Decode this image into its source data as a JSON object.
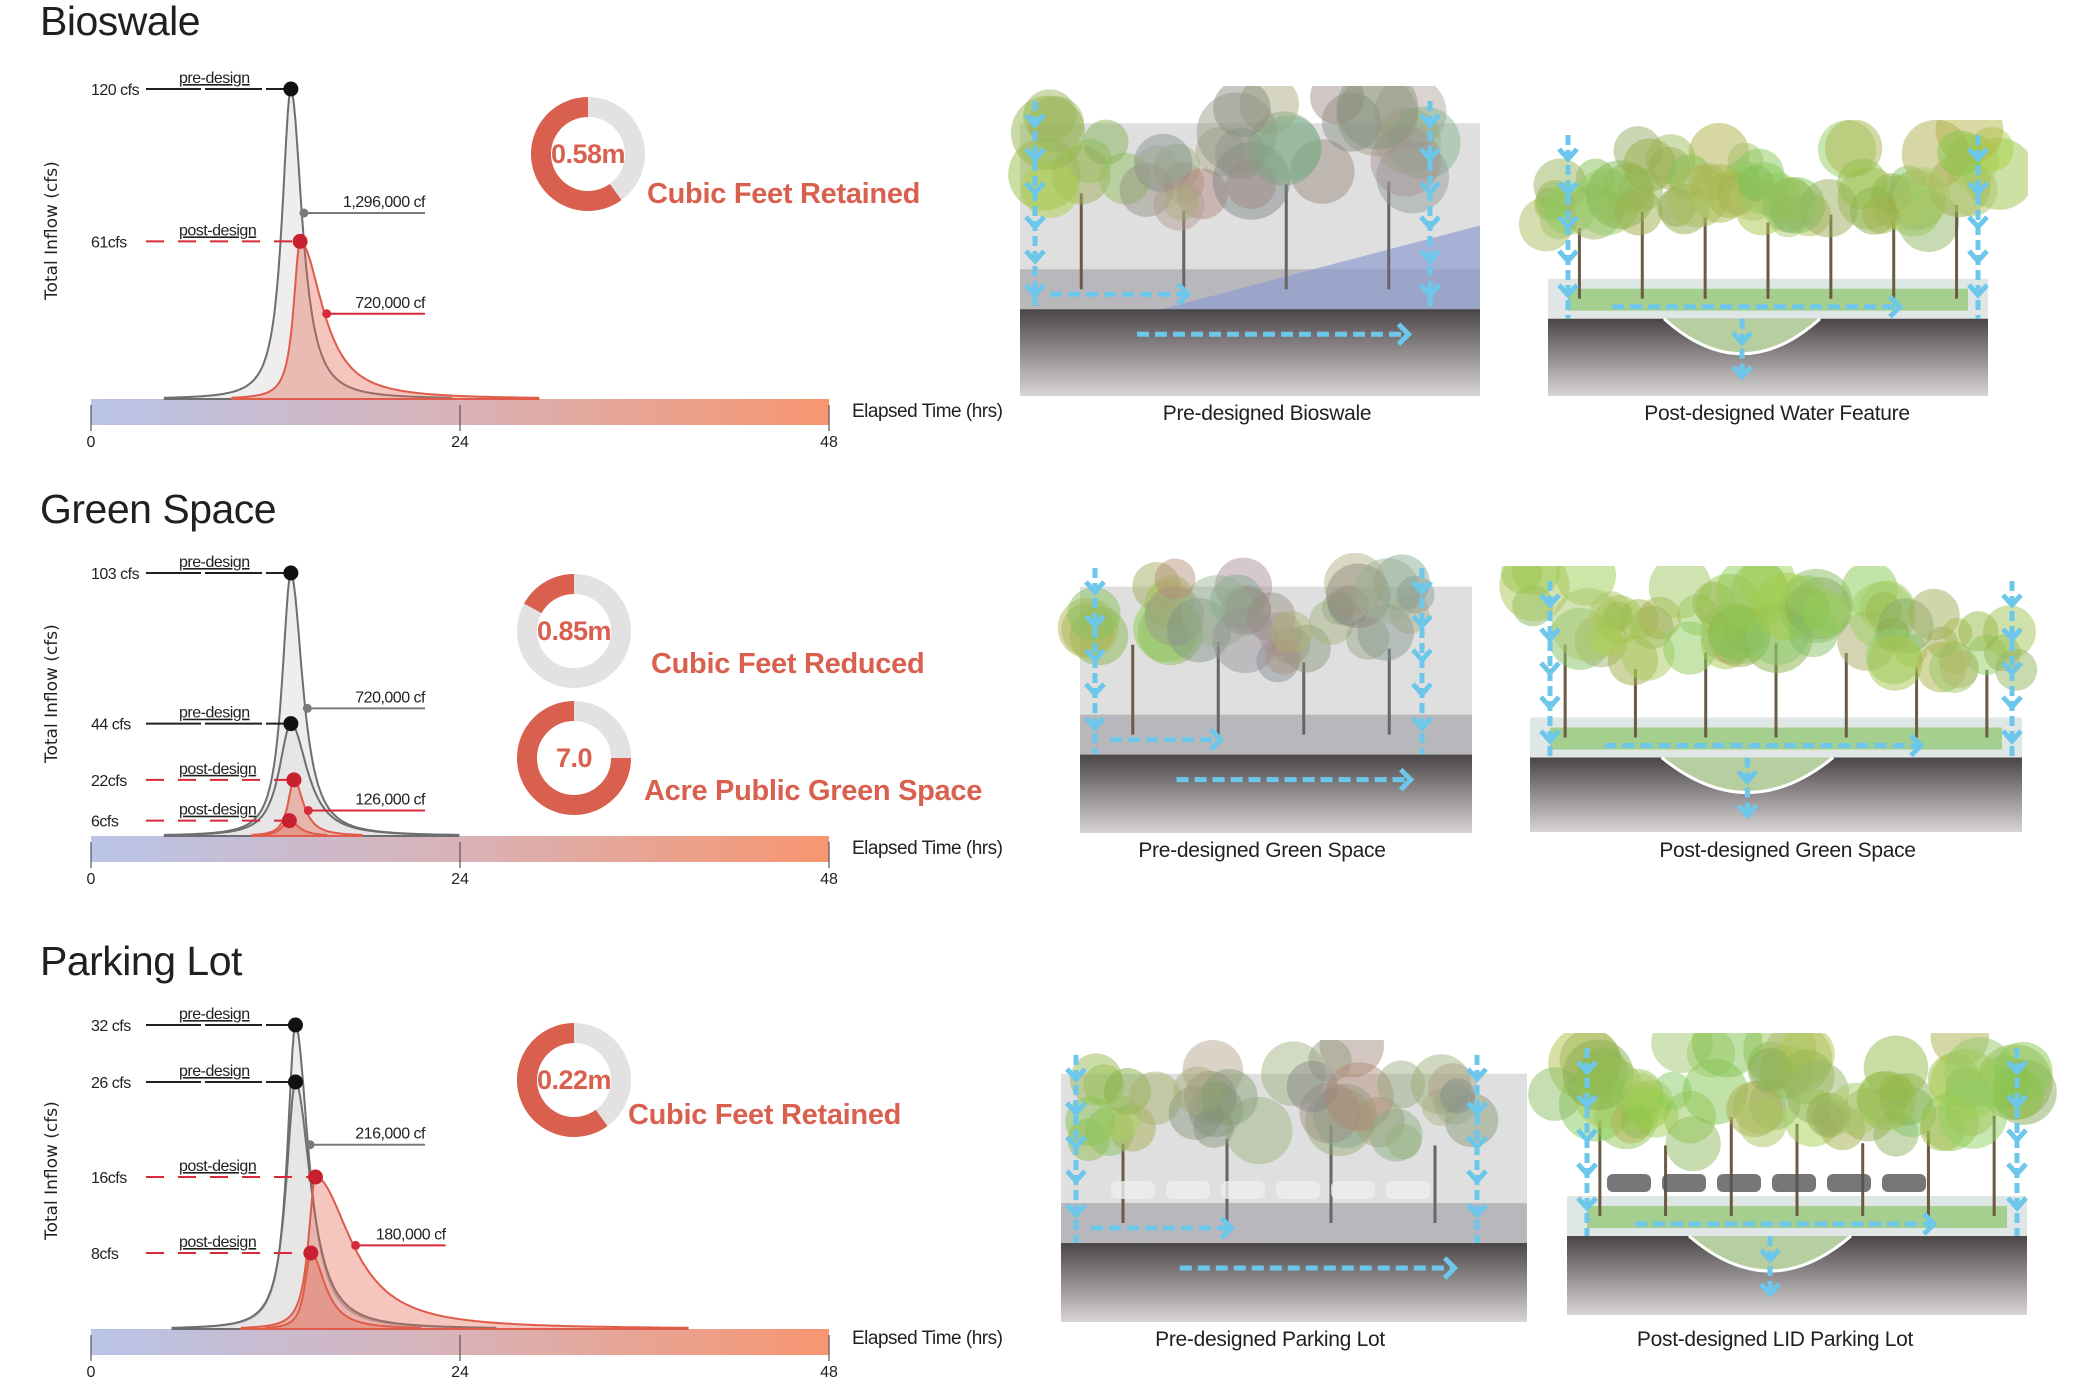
{
  "sections": [
    {
      "title": "Bioswale",
      "stats": [
        {
          "value": "0.58m",
          "label": "Cubic Feet Retained",
          "fill_fraction": 0.6
        }
      ],
      "images": [
        {
          "caption": "Pre-designed Bioswale",
          "scene": "pre-bioswale"
        },
        {
          "caption": "Post-designed Water Feature",
          "scene": "post-water"
        }
      ]
    },
    {
      "title": "Green Space",
      "stats": [
        {
          "value": "0.85m",
          "label": "Cubic Feet Reduced",
          "fill_fraction": 0.17
        },
        {
          "value": "7.0",
          "label": "Acre Public Green Space",
          "fill_fraction": 0.75
        }
      ],
      "images": [
        {
          "caption": "Pre-designed Green Space",
          "scene": "pre-green"
        },
        {
          "caption": "Post-designed Green Space",
          "scene": "post-green"
        }
      ]
    },
    {
      "title": "Parking Lot",
      "stats": [
        {
          "value": "0.22m",
          "label": "Cubic Feet Retained",
          "fill_fraction": 0.6
        }
      ],
      "images": [
        {
          "caption": "Pre-designed Parking Lot",
          "scene": "pre-parking"
        },
        {
          "caption": "Post-designed LID Parking Lot",
          "scene": "post-parking"
        }
      ]
    }
  ],
  "colors": {
    "accent": "#d9604f",
    "post_line": "#d8283a",
    "pre_line": "#6d6e71",
    "axis_start": "#b9c4e8",
    "axis_end": "#f7956f",
    "water_arrow": "#6cc7ea"
  },
  "chart_data": [
    {
      "type": "area",
      "title": "Bioswale",
      "ylabel": "Total Inflow (cfs)",
      "xlabel": "Elapsed Time (hrs)",
      "xlim": [
        0,
        48
      ],
      "ylim": [
        0,
        120
      ],
      "x_ticks": [
        "0",
        "24",
        "48"
      ],
      "series": [
        {
          "name": "pre-design",
          "peak_label": "120 cfs",
          "peak_cfs": 120,
          "peak_hr": 13.0,
          "rise_hrs": 0.75,
          "recession_hrs": 0.95,
          "volume": "1,296,000 cf",
          "volume_marker_cfs": 72
        },
        {
          "name": "post-design",
          "peak_label": "61cfs",
          "peak_cfs": 61,
          "peak_hr": 13.6,
          "rise_hrs": 0.55,
          "recession_hrs": 1.9,
          "volume": "720,000 cf",
          "volume_marker_cfs": 33
        }
      ]
    },
    {
      "type": "area",
      "title": "Green Space",
      "ylabel": "Total Inflow (cfs)",
      "xlabel": "Elapsed Time (hrs)",
      "xlim": [
        0,
        48
      ],
      "ylim": [
        0,
        103
      ],
      "x_ticks": [
        "0",
        "24",
        "48"
      ],
      "series": [
        {
          "name": "pre-design",
          "peak_label": "103 cfs",
          "peak_cfs": 103,
          "peak_hr": 13.0,
          "rise_hrs": 0.75,
          "recession_hrs": 1.0,
          "volume": "720,000 cf",
          "volume_marker_cfs": 50
        },
        {
          "name": "pre-design",
          "peak_label": "44 cfs",
          "peak_cfs": 44,
          "peak_hr": 13.0,
          "rise_hrs": 1.0,
          "recession_hrs": 1.4
        },
        {
          "name": "post-design",
          "peak_label": "22cfs",
          "peak_cfs": 22,
          "peak_hr": 13.2,
          "rise_hrs": 0.5,
          "recession_hrs": 0.8,
          "volume": "126,000 cf",
          "volume_marker_cfs": 10
        },
        {
          "name": "post-design",
          "peak_label": "6cfs",
          "peak_cfs": 6,
          "peak_hr": 12.9,
          "rise_hrs": 0.6,
          "recession_hrs": 0.8
        }
      ]
    },
    {
      "type": "area",
      "title": "Parking Lot",
      "ylabel": "Total Inflow (cfs)",
      "xlabel": "Elapsed Time (hrs)",
      "xlim": [
        0,
        48
      ],
      "ylim": [
        0,
        32
      ],
      "x_ticks": [
        "0",
        "24",
        "48"
      ],
      "series": [
        {
          "name": "pre-design",
          "peak_label": "32 cfs",
          "peak_cfs": 32,
          "peak_hr": 13.3,
          "rise_hrs": 0.7,
          "recession_hrs": 1.1,
          "volume": "216,000 cf",
          "volume_marker_cfs": 19.4
        },
        {
          "name": "pre-design",
          "peak_label": "26 cfs",
          "peak_cfs": 26,
          "peak_hr": 13.3,
          "rise_hrs": 0.8,
          "recession_hrs": 1.3
        },
        {
          "name": "post-design",
          "peak_label": "16cfs",
          "peak_cfs": 16,
          "peak_hr": 14.6,
          "rise_hrs": 0.6,
          "recession_hrs": 3.0,
          "volume": "180,000 cf",
          "volume_marker_cfs": 8.8
        },
        {
          "name": "post-design",
          "peak_label": "8cfs",
          "peak_cfs": 8,
          "peak_hr": 14.3,
          "rise_hrs": 0.5,
          "recession_hrs": 1.2
        }
      ]
    }
  ]
}
